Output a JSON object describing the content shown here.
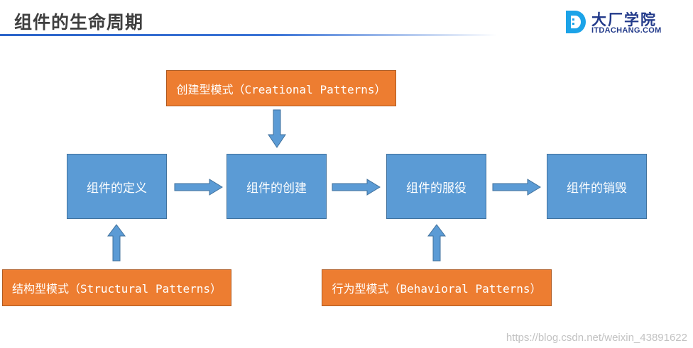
{
  "header": {
    "title": "组件的生命周期"
  },
  "logo": {
    "cn": "大厂学院",
    "en": "ITDACHANG.COM",
    "icon": "logo-d-icon"
  },
  "colors": {
    "blue_box": "#5b9bd5",
    "orange_box": "#ed7d31",
    "arrow": "#5b9bd5",
    "title_line": "#2a63c9"
  },
  "diagram": {
    "stages": {
      "define": "组件的定义",
      "create": "组件的创建",
      "serve": "组件的服役",
      "destroy": "组件的销毁"
    },
    "patterns": {
      "creational": "创建型模式（Creational Patterns）",
      "structural": "结构型模式（Structural Patterns）",
      "behavioral": "行为型模式（Behavioral Patterns）"
    }
  },
  "watermark": "https://blog.csdn.net/weixin_43891622"
}
